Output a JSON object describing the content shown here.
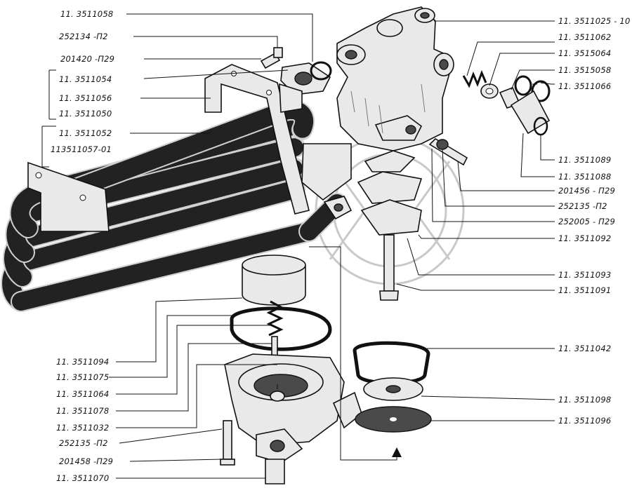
{
  "labels": {
    "l1": "11. 3511058",
    "l2": "252134 -П2",
    "l3": "201420 -П29",
    "l4": "11. 3511054",
    "l5": "11. 3511056",
    "l6": "11. 3511050",
    "l7": "11. 3511052",
    "l8": "113511057-01",
    "r1": "11. 3511025 - 10",
    "r2": "11. 3511062",
    "r3": "11. 3515064",
    "r4": "11. 3515058",
    "r5": "11. 3511066",
    "r6": "11. 3511089",
    "r7": "11. 3511088",
    "r8": "201456 - П29",
    "r9": "252135 -П2",
    "r10": "252005 - П29",
    "r11": "11. 3511092",
    "r12": "11. 3511093",
    "r13": "11. 3511091",
    "b1": "11. 3511094",
    "b2": "11. 3511075",
    "b3": "11. 3511064",
    "b4": "11. 3511078",
    "b5": "11. 3511032",
    "b6": "252135 -П2",
    "b7": "201458 -П29",
    "b8": "11. 3511070",
    "c1": "11. 3511042",
    "c2": "11. 3511098",
    "c3": "11. 3511096"
  }
}
